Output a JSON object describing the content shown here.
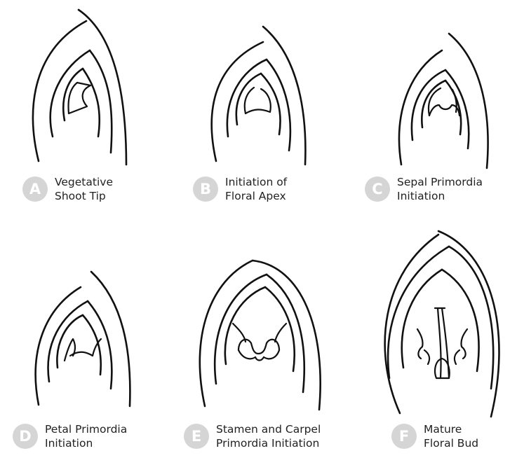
{
  "stages": [
    {
      "letter": "A",
      "line1": "Vegetative",
      "line2": "Shoot Tip"
    },
    {
      "letter": "B",
      "line1": "Initiation of",
      "line2": "Floral Apex"
    },
    {
      "letter": "C",
      "line1": "Sepal Primordia",
      "line2": "Initiation"
    },
    {
      "letter": "D",
      "line1": "Petal Primordia",
      "line2": "Initiation"
    },
    {
      "letter": "E",
      "line1": "Stamen and Carpel",
      "line2": "Primordia Initiation"
    },
    {
      "letter": "F",
      "line1": "Mature",
      "line2": "Floral Bud"
    }
  ],
  "colors": {
    "stroke": "#111111",
    "badge": "#d5d5d5",
    "text": "#222222"
  }
}
